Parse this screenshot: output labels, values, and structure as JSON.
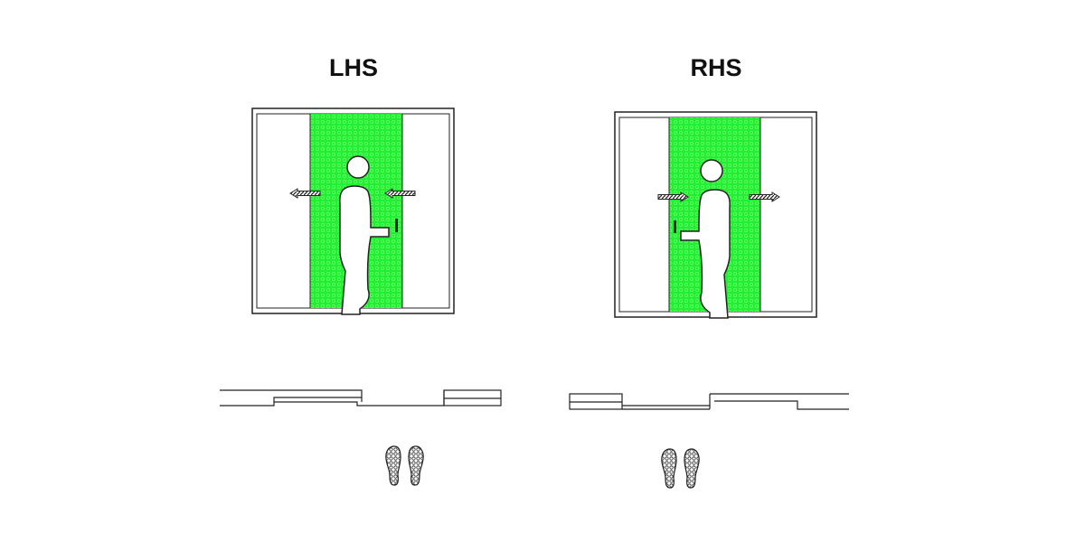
{
  "colors": {
    "panel": "#22ee33",
    "panel_dots": "#66ff66",
    "line": "#222222",
    "background": "#ffffff"
  },
  "diagrams": [
    {
      "id": "lhs",
      "label": "LHS",
      "opening_direction": "left",
      "icons": [
        "door-frame-icon",
        "person-icon",
        "arrow-left-icon",
        "handle-icon",
        "footprints-icon"
      ]
    },
    {
      "id": "rhs",
      "label": "RHS",
      "opening_direction": "right",
      "icons": [
        "door-frame-icon",
        "person-icon",
        "arrow-right-icon",
        "handle-icon",
        "footprints-icon"
      ]
    }
  ]
}
